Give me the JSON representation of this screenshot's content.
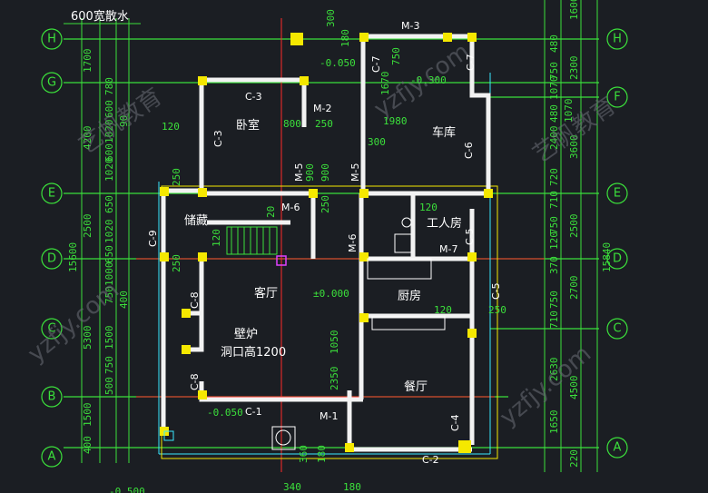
{
  "header": {
    "label": "600宽散水"
  },
  "axes_left": [
    "H",
    "G",
    "E",
    "D",
    "C",
    "B",
    "A"
  ],
  "axes_right": [
    "H",
    "F",
    "E",
    "D",
    "C",
    "A"
  ],
  "rooms": {
    "bedroom": "卧室",
    "garage": "车库",
    "storage": "储藏",
    "living": "客厅",
    "kitchen": "厨房",
    "dining": "餐厅",
    "servant": "工人房",
    "fireplace_1": "壁炉",
    "fireplace_2": "洞口高1200"
  },
  "marks": {
    "m3": "M-3",
    "m2": "M-2",
    "m5a": "M-5",
    "m5b": "M-5",
    "m6a": "M-6",
    "m6b": "M-6",
    "m7": "M-7",
    "c3a": "C-3",
    "c3b": "C-3",
    "c7a": "C-7",
    "c7b": "C-7",
    "c6": "C-6",
    "c9": "C-9",
    "c8a": "C-8",
    "c8b": "C-8",
    "c5a": "C-5",
    "c5b": "C-5",
    "c4": "C-4",
    "c1": "C-1",
    "c2": "C-2",
    "m1": "M-1"
  },
  "levels": {
    "l1": "-0.050",
    "l2": "-0.300",
    "l3": "±0.000",
    "l4": "-0.050",
    "l5": "-0.500"
  },
  "dims_left_outer": [
    "1700",
    "4200",
    "2500",
    "15600",
    "5300",
    "1500",
    "400"
  ],
  "dims_left_inner": [
    "780",
    "600",
    "1020",
    "120",
    "90",
    "1020",
    "600",
    "650",
    "1020",
    "650",
    "1000",
    "750",
    "400",
    "1500",
    "750",
    "500"
  ],
  "dims_right_outer": [
    "1600",
    "2300",
    "3600",
    "2500",
    "15840",
    "4500",
    "220"
  ],
  "dims_right_inner": [
    "480",
    "750",
    "1070",
    "480",
    "2400",
    "720",
    "710",
    "750",
    "120",
    "370",
    "2700",
    "750",
    "710",
    "2630",
    "1650"
  ],
  "dims_plan": [
    "300",
    "800",
    "250",
    "1980",
    "300",
    "900",
    "250",
    "120",
    "20",
    "250",
    "120",
    "250",
    "1050",
    "2350",
    "180",
    "360",
    "180",
    "340",
    "180",
    "120",
    "750",
    "1670",
    "1070",
    "900",
    "250"
  ]
}
